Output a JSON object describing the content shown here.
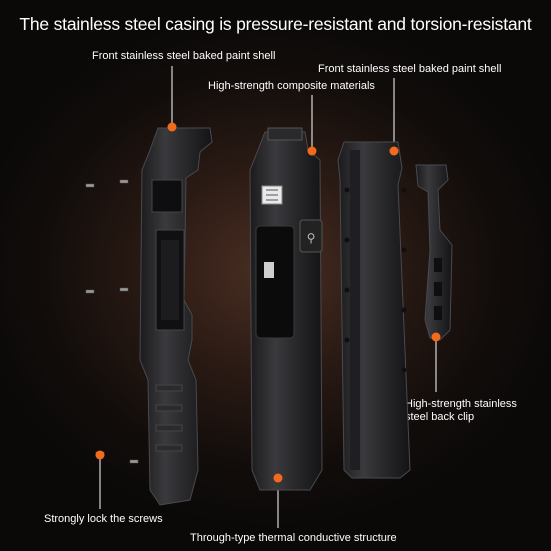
{
  "title": "The stainless steel casing is pressure-resistant and torsion-resistant",
  "labels": {
    "front_shell_left": "Front stainless steel baked paint shell",
    "front_shell_right": "Front stainless steel baked paint shell",
    "composite": "High-strength composite materials",
    "back_clip": "High-strength stainless steel back clip",
    "screws": "Strongly lock the screws",
    "thermal": "Through-type thermal conductive structure"
  },
  "colors": {
    "accent": "#f26b1d",
    "text": "#ffffff",
    "background": "#1a1210"
  }
}
